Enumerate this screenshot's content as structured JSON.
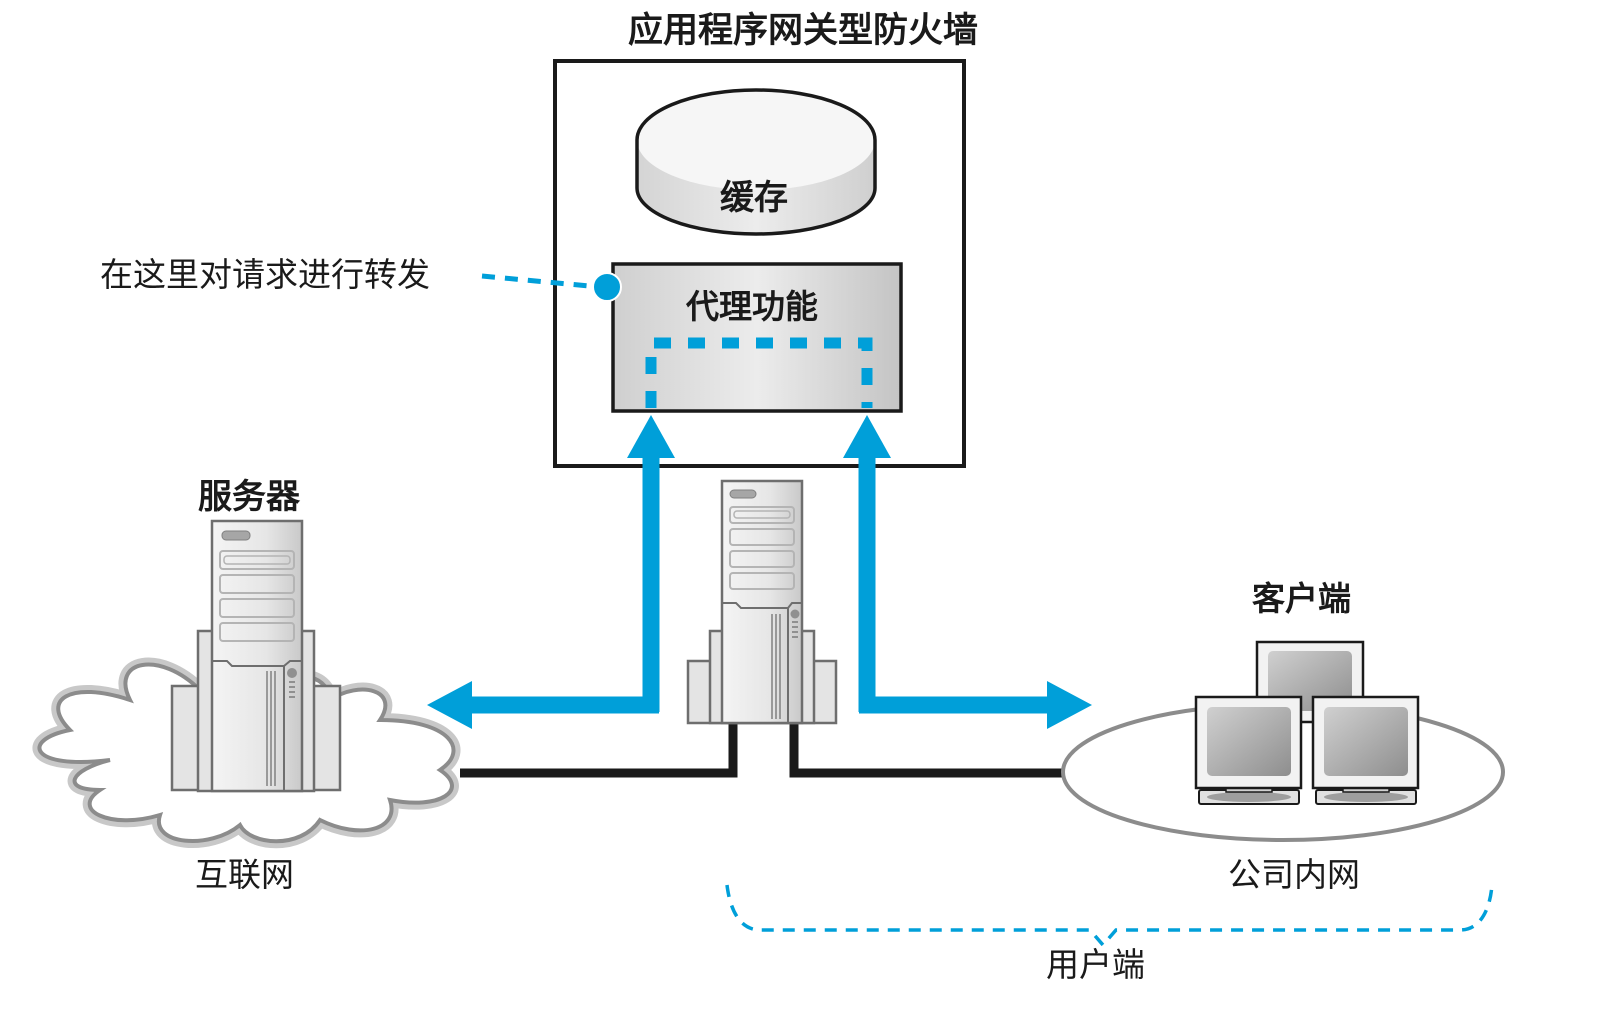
{
  "title": "应用程序网关型防火墙",
  "firewall": {
    "cache_label": "缓存",
    "proxy_label": "代理功能",
    "annotation": "在这里对请求进行转发"
  },
  "internet": {
    "server_label": "服务器",
    "network_label": "互联网"
  },
  "intranet": {
    "clients_label": "客户端",
    "network_label": "公司内网",
    "client_count": 3
  },
  "user_side_label": "用户端",
  "colors": {
    "accent_blue": "#009fd9",
    "cable_black": "#1a1a1a",
    "outline_gray": "#8c8c8c",
    "cloud_gray": "#c8c8c8"
  }
}
